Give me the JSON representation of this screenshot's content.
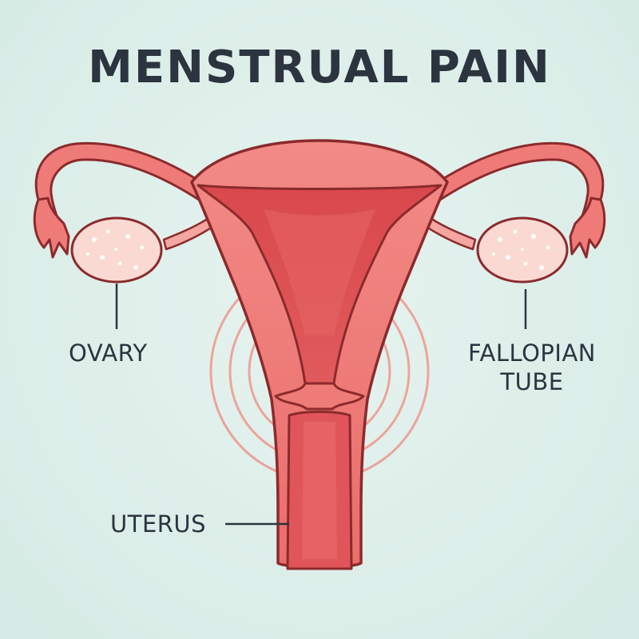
{
  "title": "MENSTRUAL PAIN",
  "labels": {
    "ovary": "OVARY",
    "fallopian_tube_line1": "FALLOPIAN",
    "fallopian_tube_line2": "TUBE",
    "uterus": "UTERUS"
  },
  "colors": {
    "background": "#dcefea",
    "organ_fill": "#ef7b78",
    "organ_dark": "#d94e50",
    "outline": "#8b2a2c",
    "ovary_fill": "#f9d9d2",
    "pain_rings": "#f08a80",
    "text": "#2c3440"
  }
}
